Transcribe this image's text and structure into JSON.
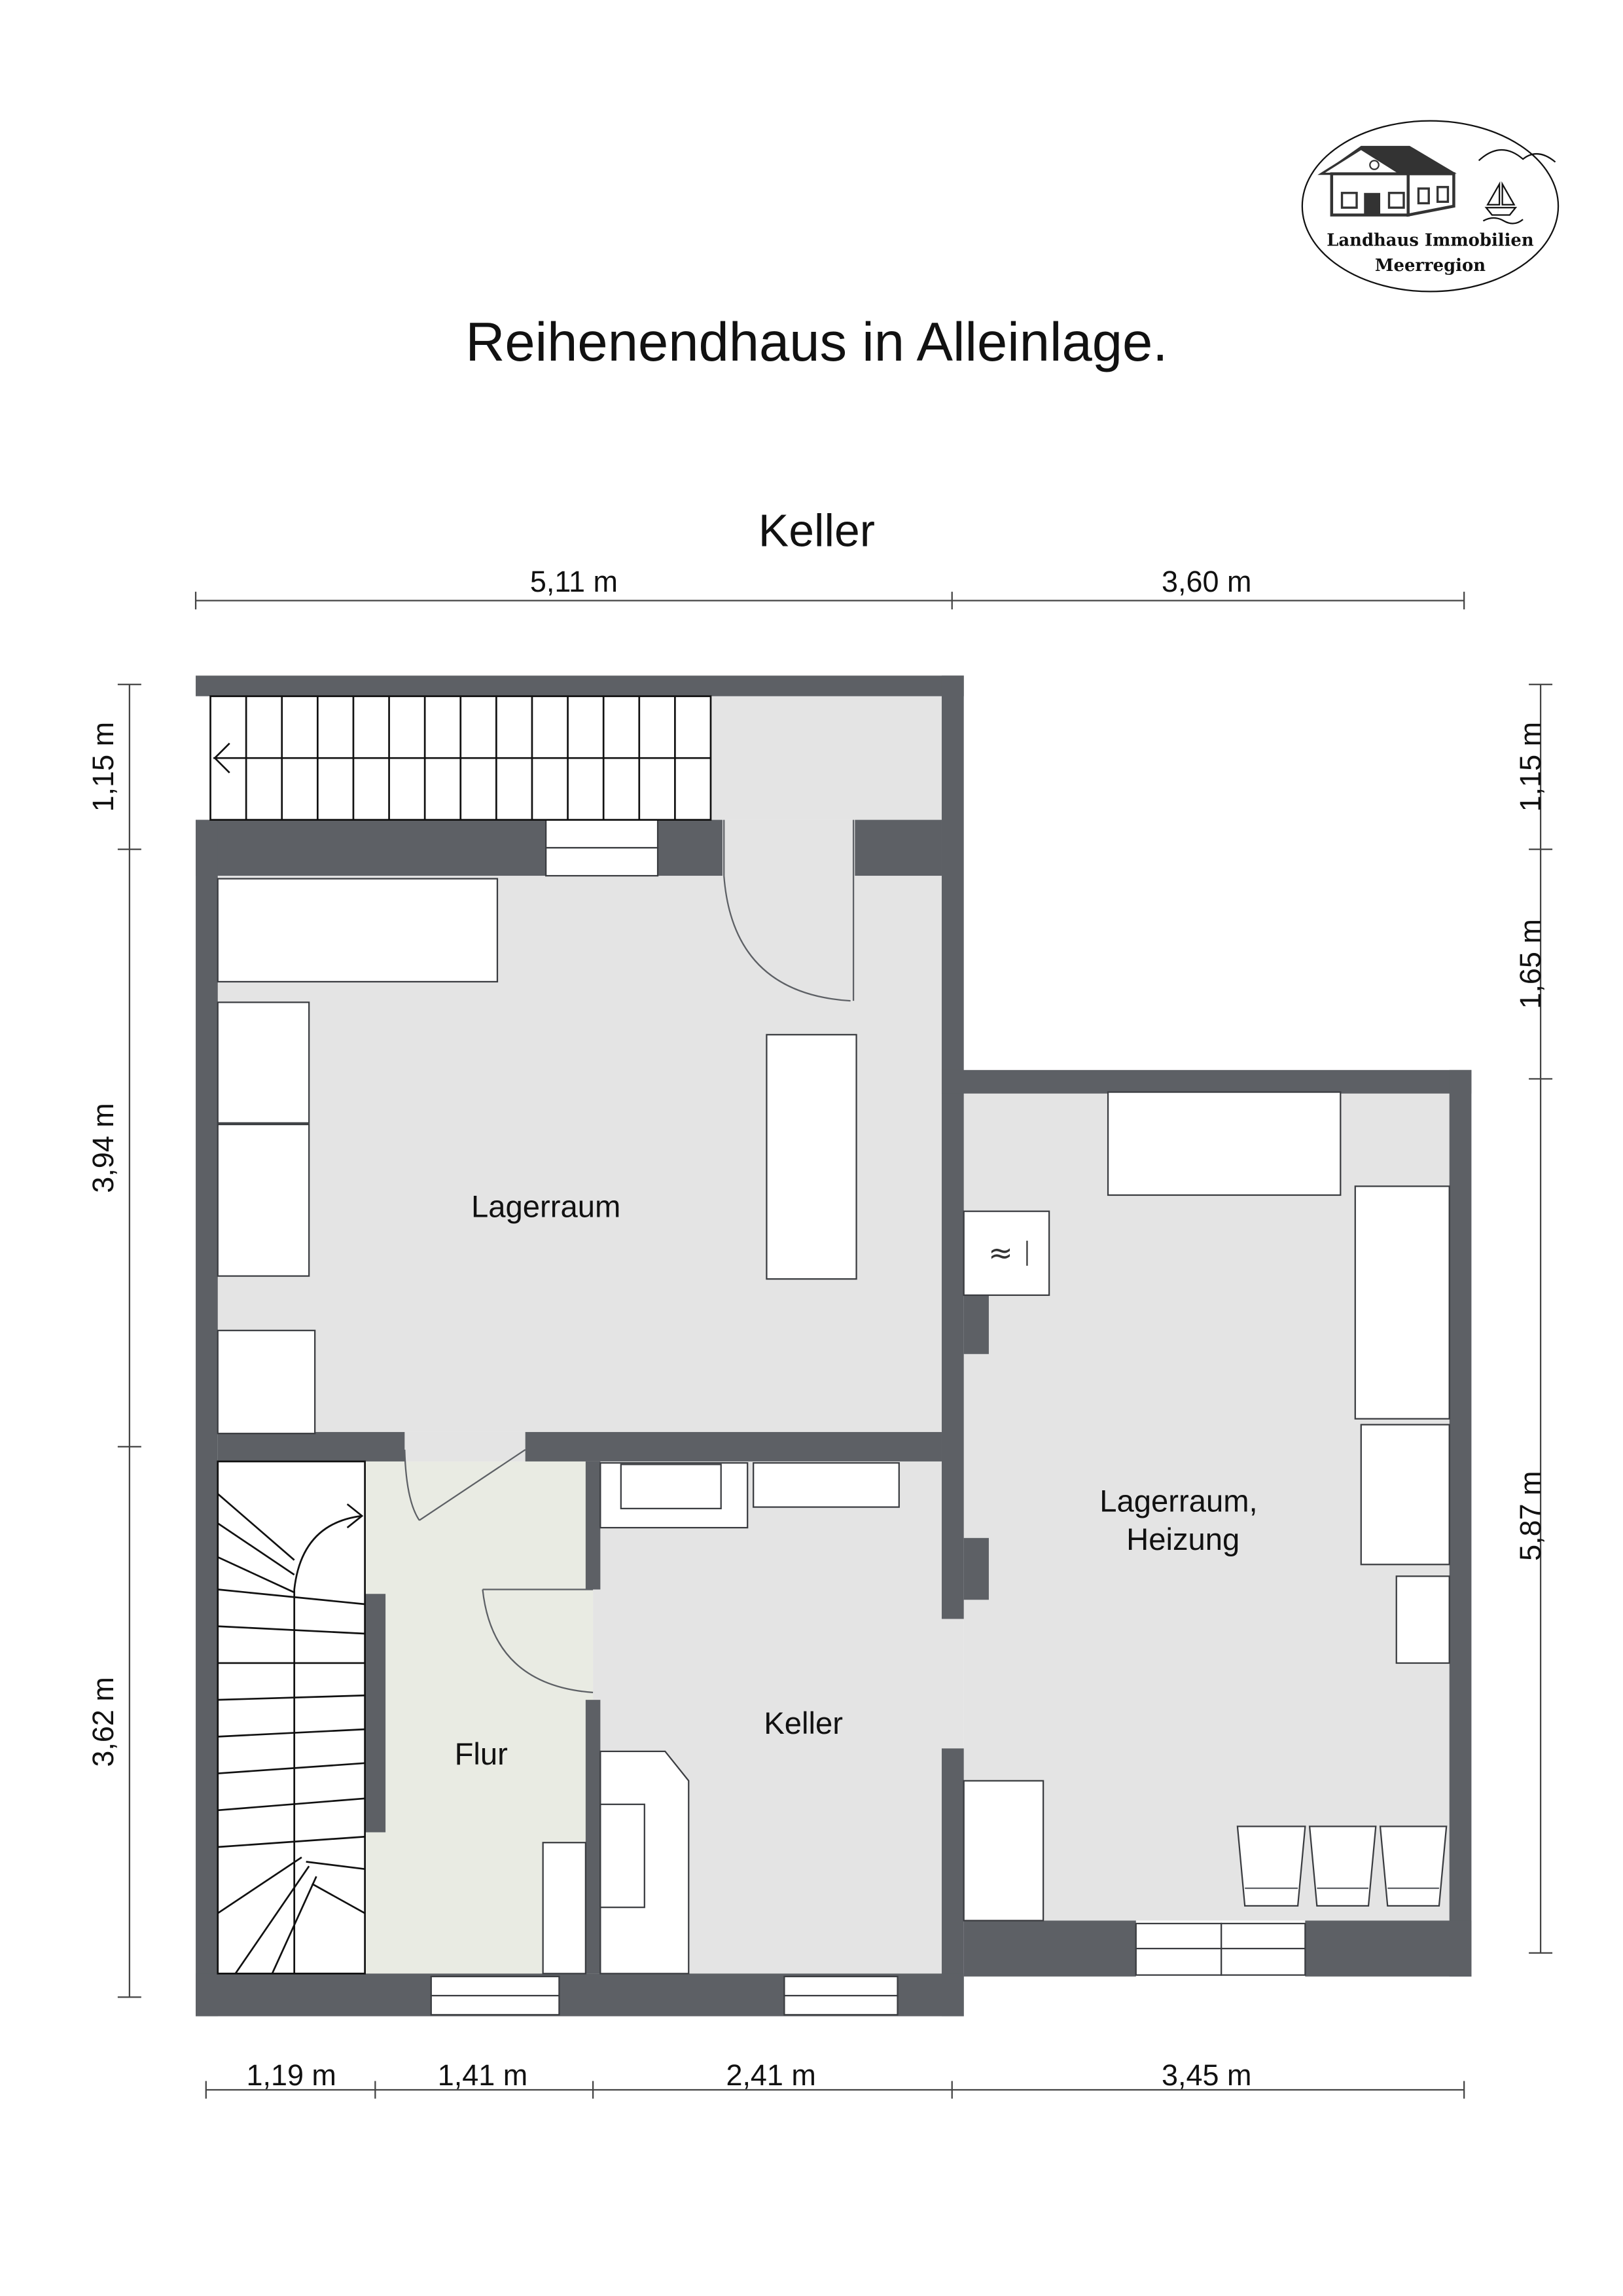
{
  "logo": {
    "line1": "Landhaus Immobilien",
    "line2": "Meerregion"
  },
  "title": "Reihenendhaus in Alleinlage.",
  "floor_name": "Keller",
  "dimensions": {
    "top": [
      "5,11 m",
      "3,60 m"
    ],
    "bottom": [
      "1,19 m",
      "1,41 m",
      "2,41 m",
      "3,45 m"
    ],
    "left": [
      "1,15 m",
      "3,94 m",
      "3,62 m"
    ],
    "right": [
      "1,15 m",
      "1,65 m",
      "5,87 m"
    ]
  },
  "rooms": {
    "lagerraum": "Lagerraum",
    "lagerraum_heizung_1": "Lagerraum,",
    "lagerraum_heizung_2": "Heizung",
    "keller": "Keller",
    "flur": "Flur"
  },
  "colors": {
    "wall": "#5d6065",
    "floor": "#e4e4e4",
    "flur_floor": "#e9ebe3"
  }
}
